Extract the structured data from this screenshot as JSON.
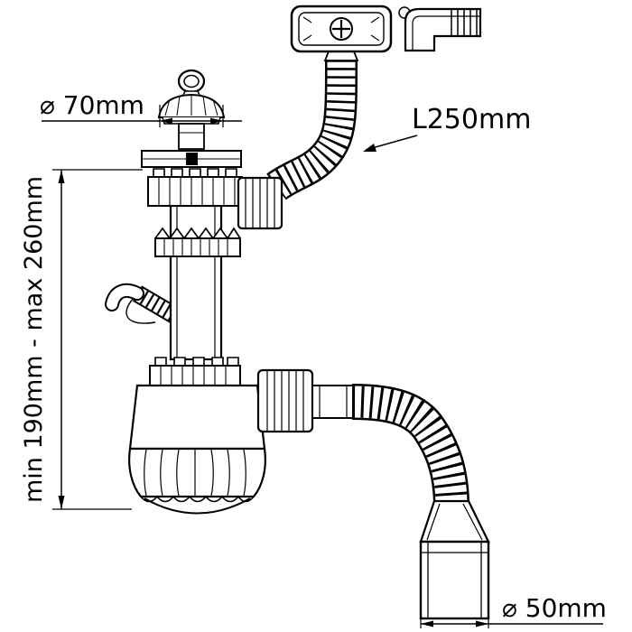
{
  "diagram": {
    "background": "#ffffff",
    "line_color": "#000000"
  },
  "labels": {
    "strainer_diameter": "⌀ 70mm",
    "overflow_hose_length": "L250mm",
    "height_range": "min 190mm - max 260mm",
    "outlet_diameter": "⌀ 50mm"
  }
}
